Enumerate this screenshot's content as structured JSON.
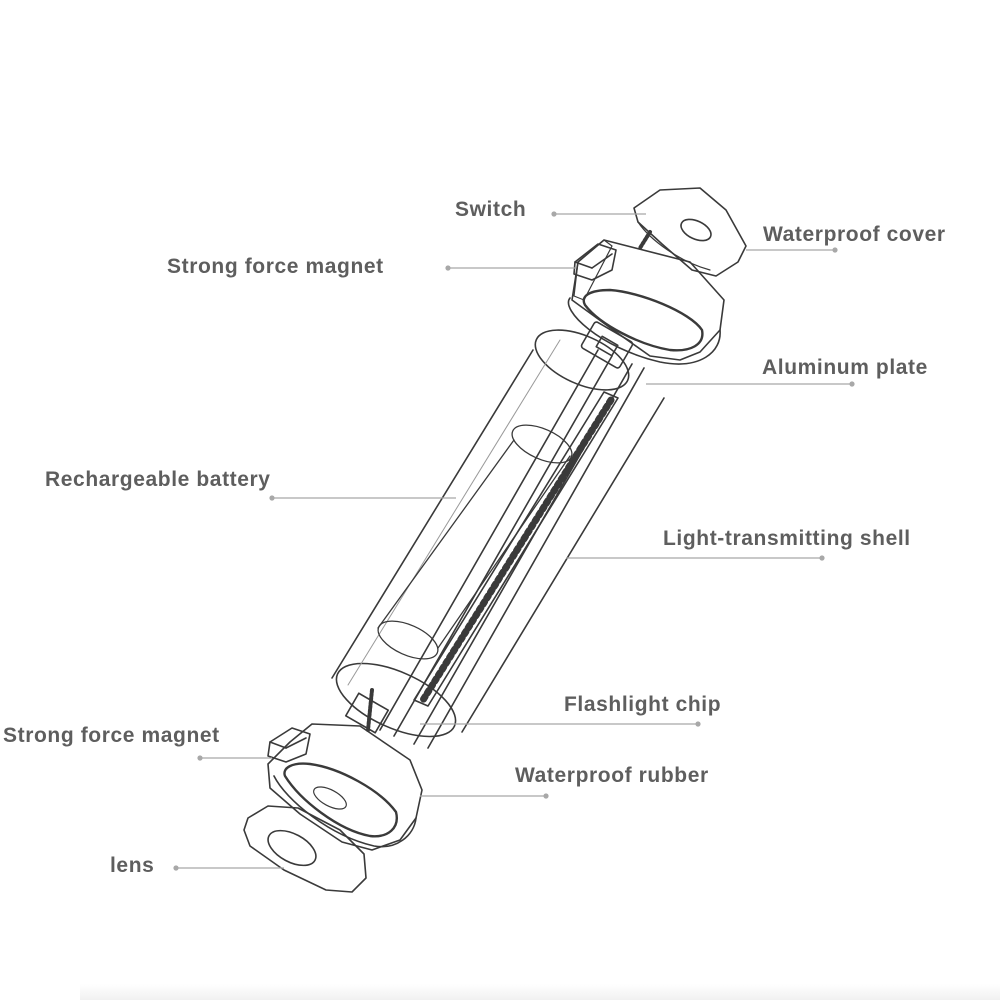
{
  "labels": {
    "switch": "Switch",
    "waterproof_cover": "Waterproof cover",
    "magnet_top": "Strong force magnet",
    "aluminum_plate": "Aluminum plate",
    "battery": "Rechargeable battery",
    "shell": "Light-transmitting shell",
    "flashlight_chip": "Flashlight chip",
    "magnet_bottom": "Strong force magnet",
    "waterproof_rubber": "Waterproof rubber",
    "lens": "lens"
  },
  "colors": {
    "label_text": "#5e5e5e",
    "leader_line": "#a8a8a8",
    "outline": "#3a3a3a",
    "background": "#ffffff"
  }
}
